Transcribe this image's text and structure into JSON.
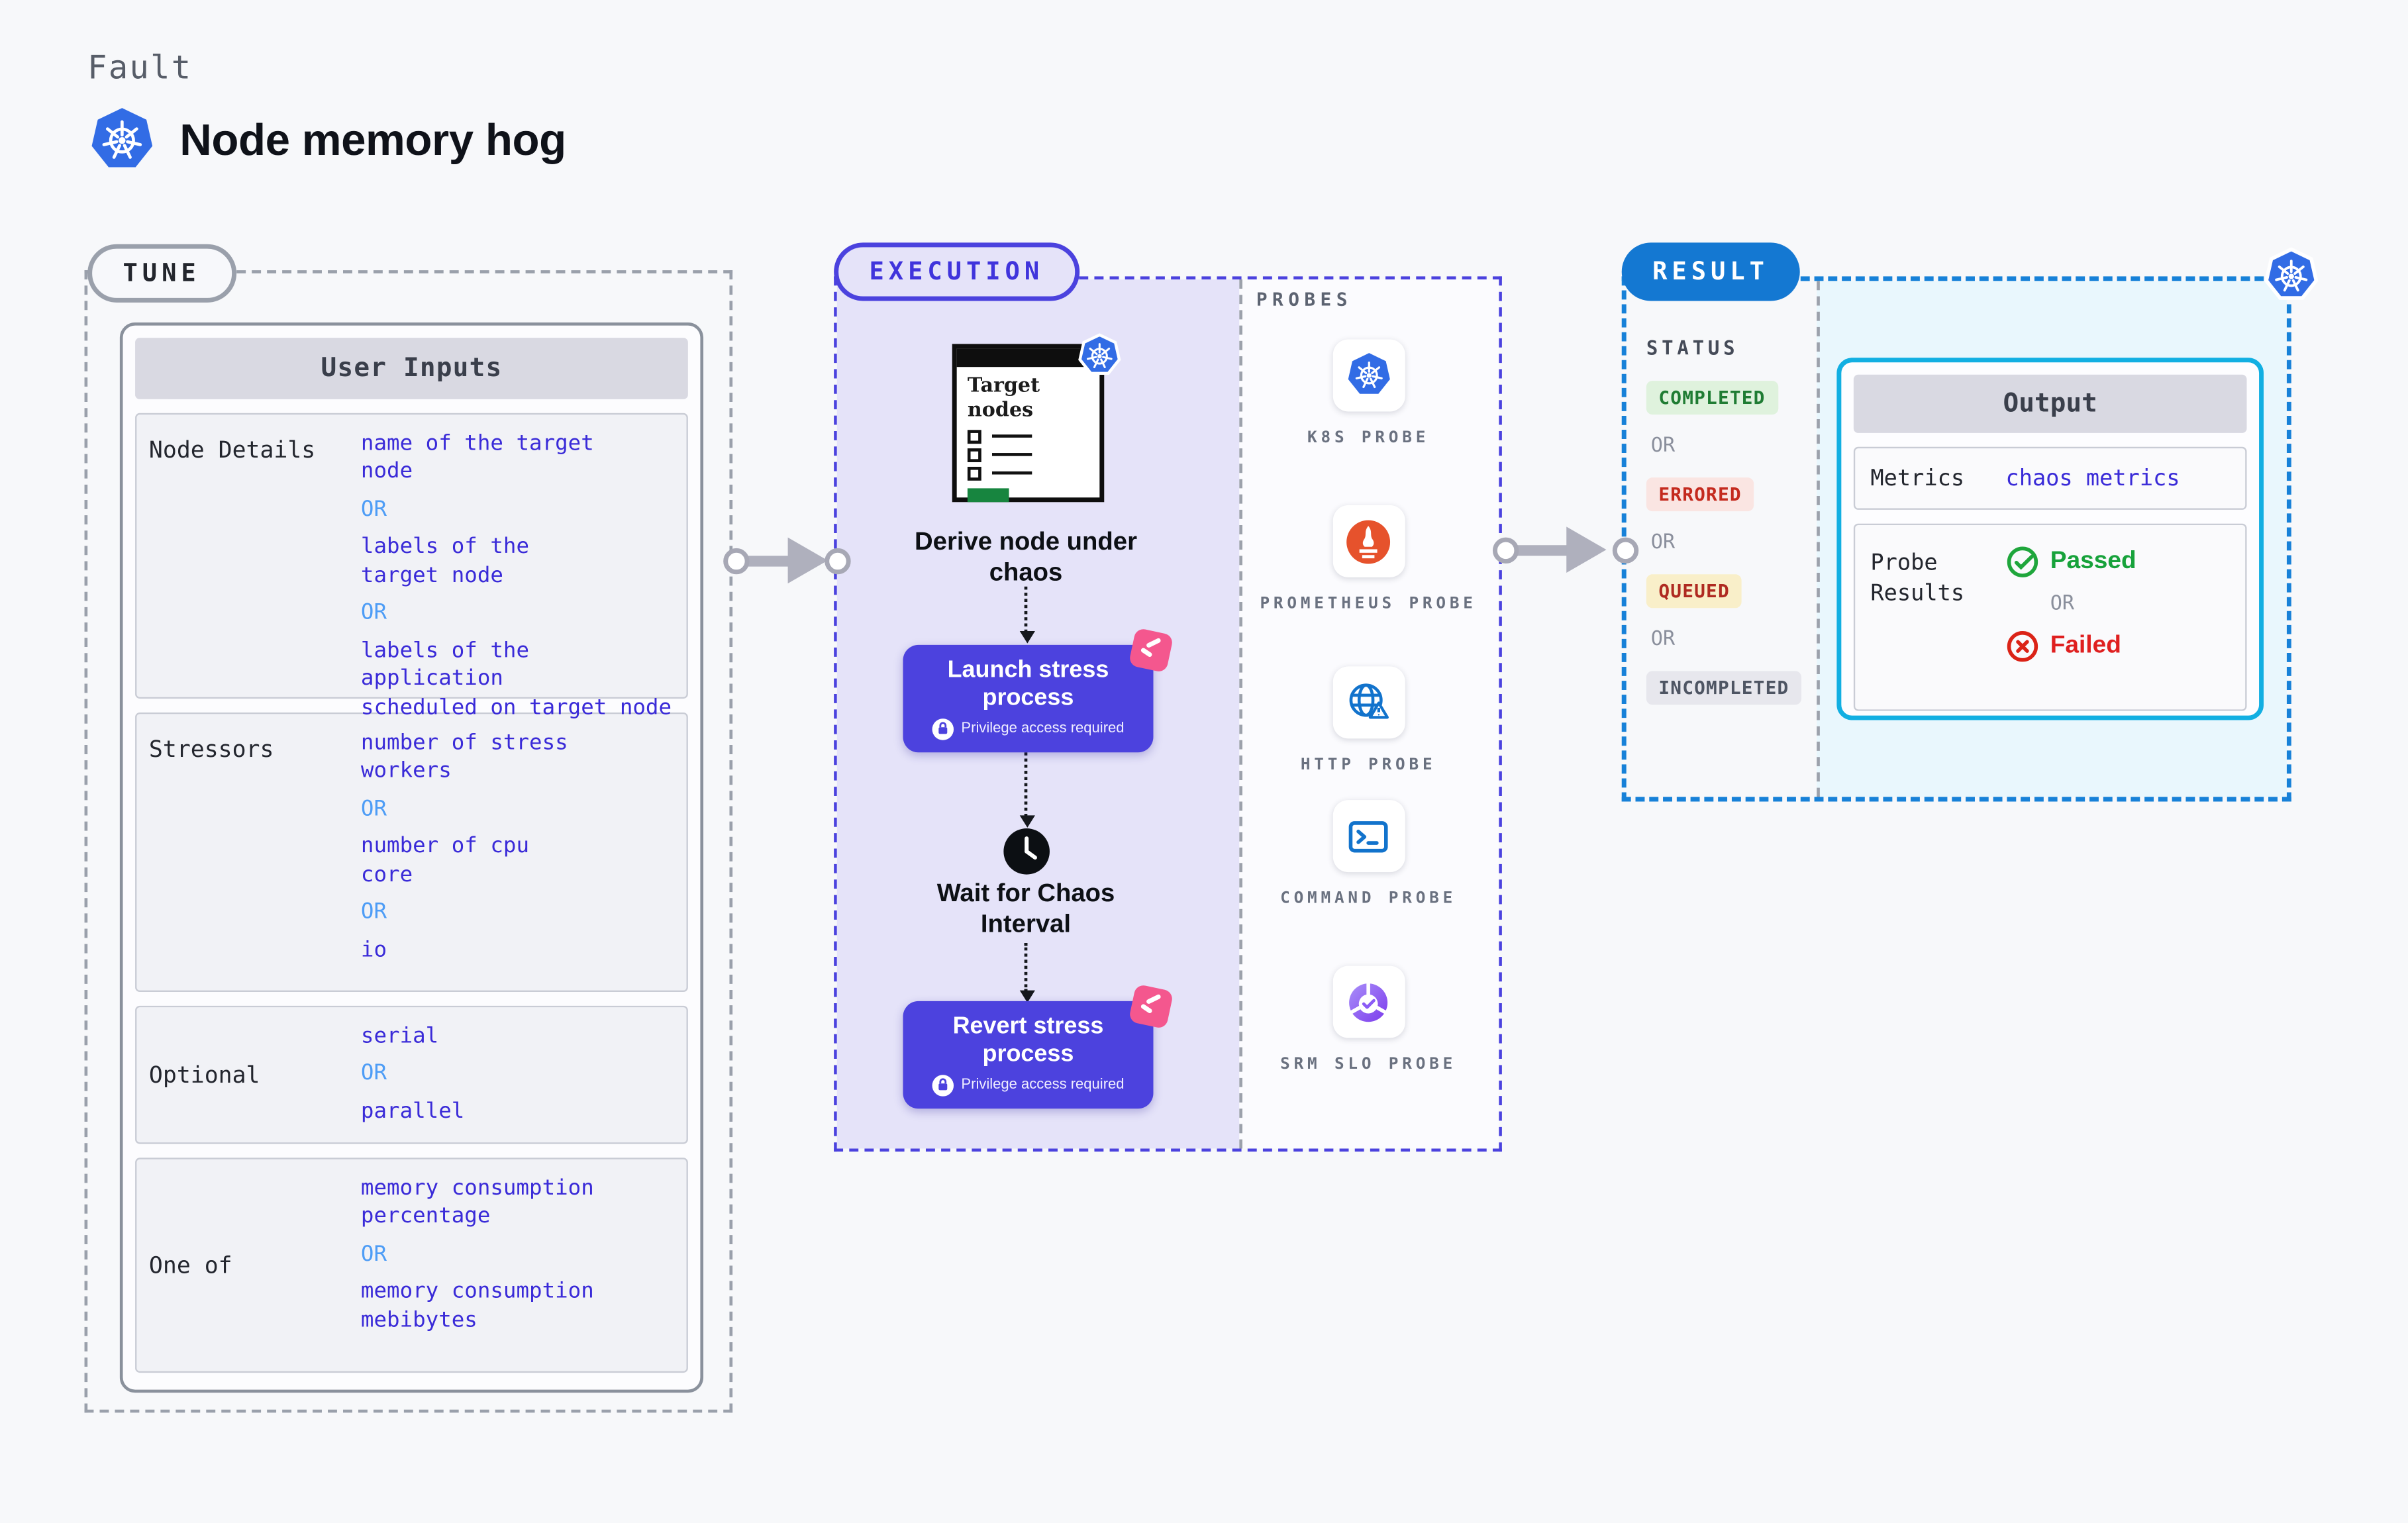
{
  "header": {
    "eyebrow": "Fault",
    "title": "Node memory hog"
  },
  "tune": {
    "badge": "TUNE",
    "table": {
      "header": "User Inputs",
      "or": "OR",
      "rows": [
        {
          "label": "Node Details",
          "options": [
            "name of the target\nnode",
            "labels of the\ntarget node",
            "labels of the application\n scheduled on target node"
          ]
        },
        {
          "label": "Stressors",
          "options": [
            "number of stress\nworkers",
            "number of cpu\ncore",
            "io"
          ]
        },
        {
          "label": "Optional",
          "options": [
            "serial",
            "parallel"
          ]
        },
        {
          "label": "One of",
          "options": [
            "memory consumption\npercentage",
            "memory consumption\nmebibytes"
          ]
        }
      ]
    }
  },
  "execution": {
    "badge": "EXECUTION",
    "target_window_title": "Target nodes",
    "derive_label": "Derive node under\nchaos",
    "launch_label": "Launch stress\nprocess",
    "wait_label": "Wait for Chaos\nInterval",
    "revert_label": "Revert stress\nprocess",
    "privilege_note": "Privilege access required"
  },
  "probes": {
    "heading": "PROBES",
    "items": [
      {
        "label": "K8S PROBE",
        "icon": "kubernetes-icon"
      },
      {
        "label": "PROMETHEUS PROBE",
        "icon": "prometheus-icon"
      },
      {
        "label": "HTTP PROBE",
        "icon": "http-globe-icon"
      },
      {
        "label": "COMMAND PROBE",
        "icon": "terminal-icon"
      },
      {
        "label": "SRM SLO PROBE",
        "icon": "slo-donut-icon"
      }
    ]
  },
  "result": {
    "badge": "RESULT",
    "status_heading": "STATUS",
    "or": "OR",
    "statuses": [
      "COMPLETED",
      "ERRORED",
      "QUEUED",
      "INCOMPLETED"
    ],
    "output": {
      "header": "Output",
      "metrics_label": "Metrics",
      "metrics_value": "chaos metrics",
      "probe_results_label": "Probe Results",
      "passed": "Passed",
      "failed": "Failed"
    }
  },
  "colors": {
    "page_bg": "#F7F8FA",
    "accent_indigo": "#4C42DE",
    "accent_blue": "#1478D2",
    "accent_cyan": "#12AFE2",
    "value_text": "#3A2BD8",
    "or_blue": "#4E9DF6",
    "passed_green": "#17A23B",
    "failed_red": "#DF1F1F",
    "completed_bg": "#DFF2DD",
    "completed_text": "#1F7C33",
    "errored_bg": "#FAE5E2",
    "errored_text": "#C42A1E",
    "queued_bg": "#F9EFC9",
    "queued_text": "#AF2A21",
    "incompleted_bg": "#E7E7ED",
    "incompleted_text": "#4E5563",
    "kubernetes_blue": "#326CE5",
    "prometheus_orange": "#E6522C",
    "pink_flag": "#F4578E",
    "lavender_bg": "#E5E3F9",
    "result_bg": "#E9F7FD"
  }
}
